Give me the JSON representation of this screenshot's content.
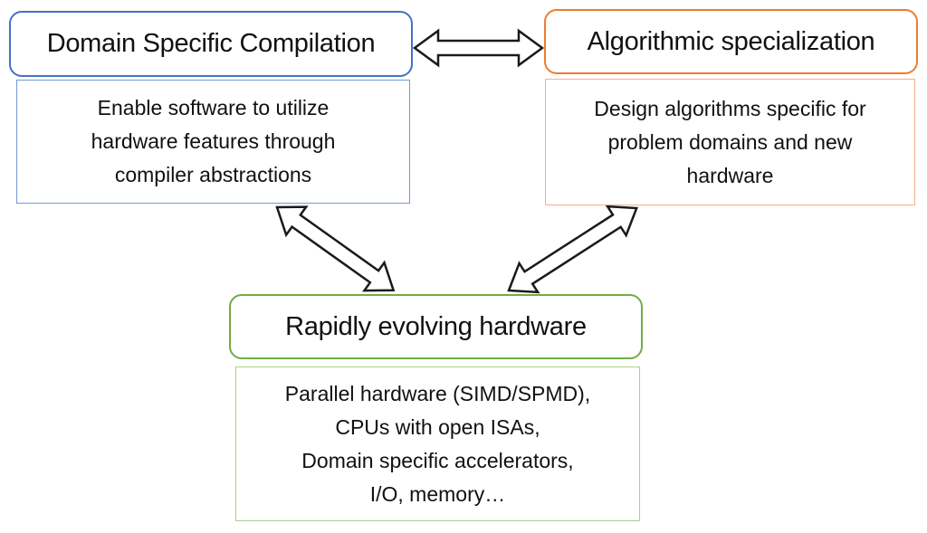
{
  "diagram": {
    "nodes": [
      {
        "title": "Domain Specific Compilation",
        "desc_lines": [
          "Enable software to utilize",
          "hardware features through",
          "compiler abstractions"
        ],
        "accent": "#4472C4",
        "desc_border": "#7499D6"
      },
      {
        "title": "Algorithmic specialization",
        "desc_lines": [
          "Design algorithms specific for",
          "problem domains and new",
          "hardware"
        ],
        "accent": "#ED7D31",
        "desc_border": "#F4B183"
      },
      {
        "title": "Rapidly evolving hardware",
        "desc_lines": [
          "Parallel hardware (SIMD/SPMD),",
          "CPUs with open ISAs,",
          "Domain specific accelerators,",
          "I/O, memory…"
        ],
        "accent": "#70AD47",
        "desc_border": "#A9D18E"
      }
    ],
    "connectors": [
      {
        "name": "compilation-specialization-arrow",
        "type": "double-headed"
      },
      {
        "name": "compilation-hardware-arrow",
        "type": "double-headed"
      },
      {
        "name": "specialization-hardware-arrow",
        "type": "double-headed"
      }
    ],
    "arrow_outline_color": "#1a1a1a"
  }
}
